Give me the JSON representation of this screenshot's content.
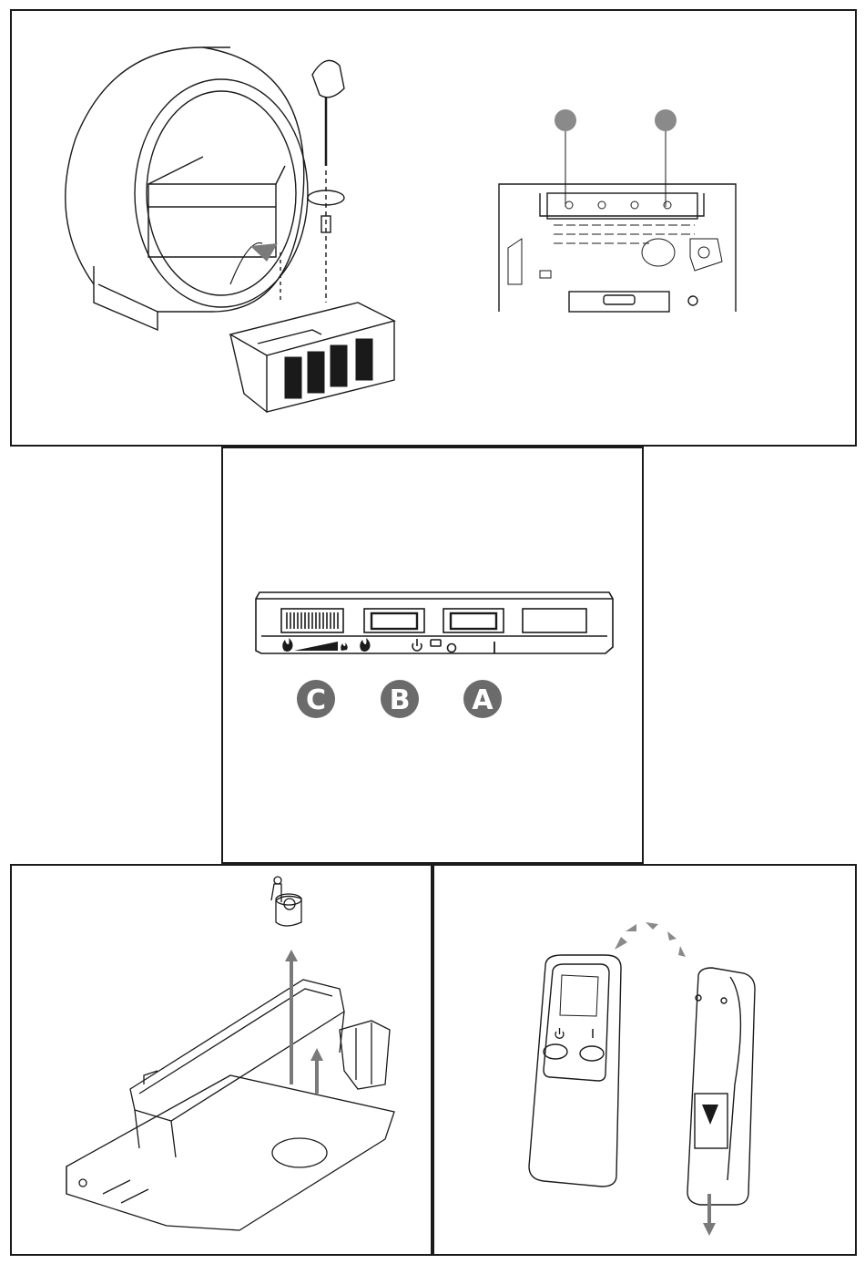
{
  "controls": {
    "A": "A",
    "B": "B",
    "C": "C"
  },
  "colors": {
    "line": "#1a1a1a",
    "marker_fill": "#6b6b6b",
    "callout_fill": "#8a8a8a",
    "arrow_fill": "#7a7a7a"
  },
  "icons": [
    "flame-icon",
    "power-icon",
    "on-icon",
    "usb-icon"
  ]
}
